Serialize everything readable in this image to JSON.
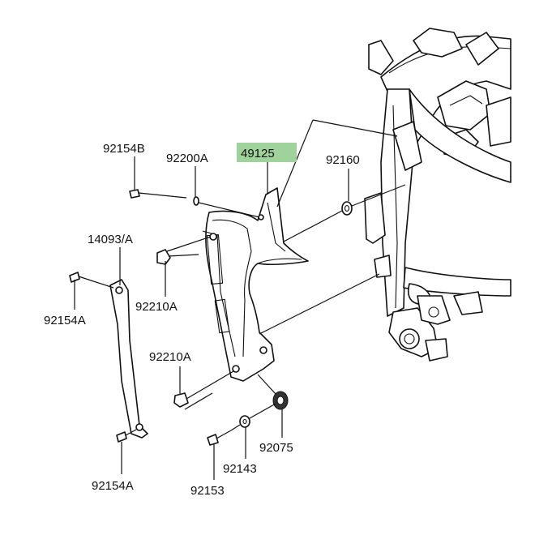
{
  "highlight_color": "#9fd39b",
  "parts": {
    "p49125": "49125",
    "p92154B": "92154B",
    "p92200A": "92200A",
    "p92160": "92160",
    "p14093A": "14093/A",
    "p92210A_top": "92210A",
    "p92154A_top": "92154A",
    "p92210A_mid": "92210A",
    "p92075": "92075",
    "p92143": "92143",
    "p92154A_bottom": "92154A",
    "p92153": "92153"
  }
}
